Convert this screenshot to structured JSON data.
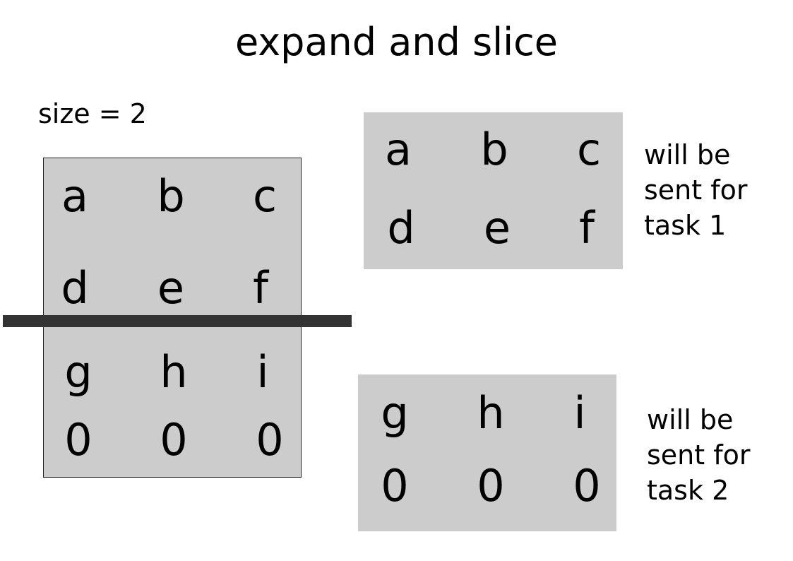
{
  "title": "expand and slice",
  "size_label": "size = 2",
  "full_matrix": {
    "rows": [
      [
        "a",
        "b",
        "c"
      ],
      [
        "d",
        "e",
        "f"
      ],
      [
        "g",
        "h",
        "i"
      ],
      [
        "0",
        "0",
        "0"
      ]
    ]
  },
  "task1": {
    "rows": [
      [
        "a",
        "b",
        "c"
      ],
      [
        "d",
        "e",
        "f"
      ]
    ],
    "note": [
      "will be",
      "sent for",
      "task 1"
    ]
  },
  "task2": {
    "rows": [
      [
        "g",
        "h",
        "i"
      ],
      [
        "0",
        "0",
        "0"
      ]
    ],
    "note": [
      "will be",
      "sent for",
      "task 2"
    ]
  }
}
